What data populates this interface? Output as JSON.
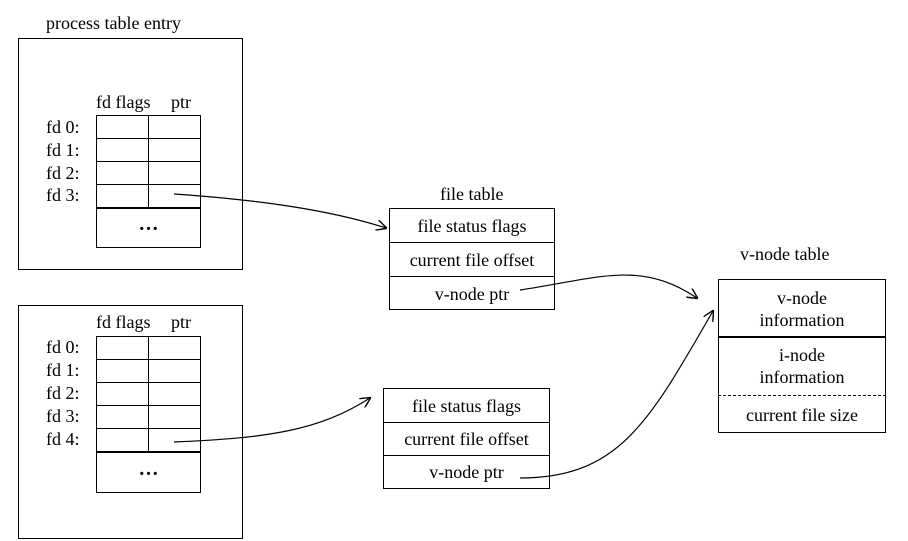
{
  "process1": {
    "title": "process table entry",
    "header_flags": "fd flags",
    "header_ptr": "ptr",
    "rows": [
      "fd 0:",
      "fd 1:",
      "fd 2:",
      "fd 3:"
    ],
    "ellipsis": "…"
  },
  "process2": {
    "header_flags": "fd flags",
    "header_ptr": "ptr",
    "rows": [
      "fd 0:",
      "fd 1:",
      "fd 2:",
      "fd 3:",
      "fd 4:"
    ],
    "ellipsis": "…"
  },
  "file_table": {
    "title": "file table",
    "status": "file status flags",
    "offset": "current file offset",
    "vnode_ptr": "v-node ptr"
  },
  "file_table2": {
    "status": "file status flags",
    "offset": "current file offset",
    "vnode_ptr": "v-node ptr"
  },
  "vnode_table": {
    "title": "v-node table",
    "vnode_info_1": "v-node",
    "vnode_info_2": "information",
    "inode_info_1": "i-node",
    "inode_info_2": "information",
    "file_size": "current file size"
  }
}
